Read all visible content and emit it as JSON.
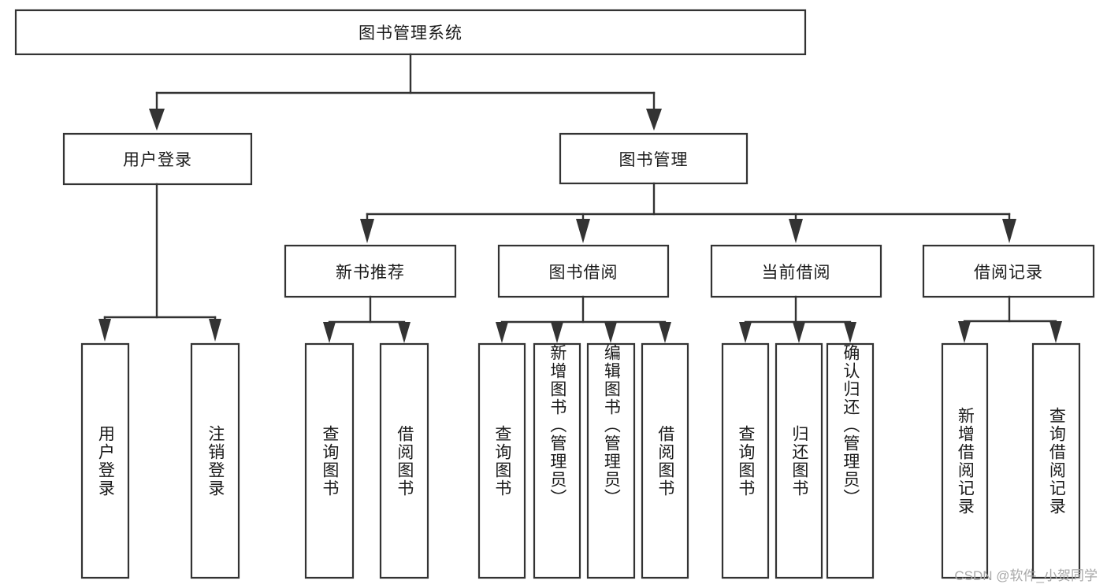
{
  "diagram": {
    "title": "图书管理系统",
    "type": "tree-hierarchy-chart",
    "watermark": "CSDN @软件_小贺同学",
    "colors": {
      "stroke": "#333333",
      "box_fill": "#ffffff",
      "text": "#1a1a1a",
      "watermark": "#a8a8a8",
      "background": "#ffffff"
    },
    "root": {
      "label": "图书管理系统",
      "orientation": "horizontal"
    },
    "level2": [
      {
        "label": "用户登录",
        "orientation": "horizontal"
      },
      {
        "label": "图书管理",
        "orientation": "horizontal"
      }
    ],
    "level3": [
      {
        "label": "新书推荐",
        "orientation": "horizontal"
      },
      {
        "label": "图书借阅",
        "orientation": "horizontal"
      },
      {
        "label": "当前借阅",
        "orientation": "horizontal"
      },
      {
        "label": "借阅记录",
        "orientation": "horizontal"
      }
    ],
    "leaves": {
      "user_login": [
        {
          "label": "用户登录",
          "orientation": "vertical"
        },
        {
          "label": "注销登录",
          "orientation": "vertical"
        }
      ],
      "new_book_recommend": [
        {
          "label": "查询图书",
          "orientation": "vertical"
        },
        {
          "label": "借阅图书",
          "orientation": "vertical"
        }
      ],
      "book_borrow": [
        {
          "label": "查询图书",
          "orientation": "vertical"
        },
        {
          "label": "新增图书（管理员）",
          "orientation": "vertical"
        },
        {
          "label": "编辑图书（管理员）",
          "orientation": "vertical"
        },
        {
          "label": "借阅图书",
          "orientation": "vertical"
        }
      ],
      "current_borrow": [
        {
          "label": "查询图书",
          "orientation": "vertical"
        },
        {
          "label": "归还图书",
          "orientation": "vertical"
        },
        {
          "label": "确认归还（管理员）",
          "orientation": "vertical"
        }
      ],
      "borrow_record": [
        {
          "label": "新增借阅记录",
          "orientation": "vertical"
        },
        {
          "label": "查询借阅记录",
          "orientation": "vertical"
        }
      ]
    }
  }
}
